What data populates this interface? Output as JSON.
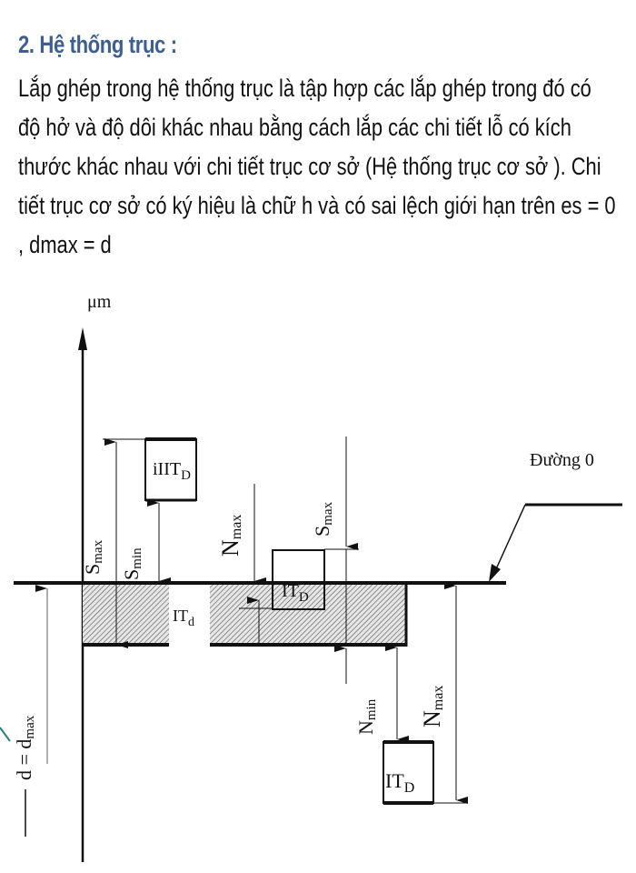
{
  "heading": "2. Hệ thống trục :",
  "paragraph_lines": [
    "Lắp ghép trong hệ thống trục là tập hợp các lắp ghép trong đó có",
    "độ hở và độ dôi khác nhau bằng cách lắp các chi tiết lỗ có kích",
    "thước khác nhau với chi tiết trục cơ sở (Hệ thống trục cơ sở ). Chi",
    "tiết trục cơ sở có ký hiệu là chữ h và có sai lệch giới hạn trên es = 0",
    ", dmax = d"
  ],
  "diagram": {
    "axis_unit": "μm",
    "zero_line_label": "Đường 0",
    "labels": {
      "box1": "iIIT",
      "box1_sub": "D",
      "box2": "IT",
      "box2_sub": "D",
      "box3": "IT",
      "box3_sub": "D",
      "shaft": "IT",
      "shaft_sub": "d",
      "s_max_1": "S",
      "s_max_1_sub": "max",
      "s_min": "S",
      "s_min_sub": "min",
      "n_max_1": "N",
      "n_max_1_sub": "max",
      "s_max_2": "S",
      "s_max_2_sub": "max",
      "n_min": "N",
      "n_min_sub": "min",
      "n_max_2": "N",
      "n_max_2_sub": "max",
      "d_eq": "d = d",
      "d_eq_sub": "max"
    },
    "accent_color": "#3d5f8f",
    "decor_color": "#2a7f86"
  }
}
